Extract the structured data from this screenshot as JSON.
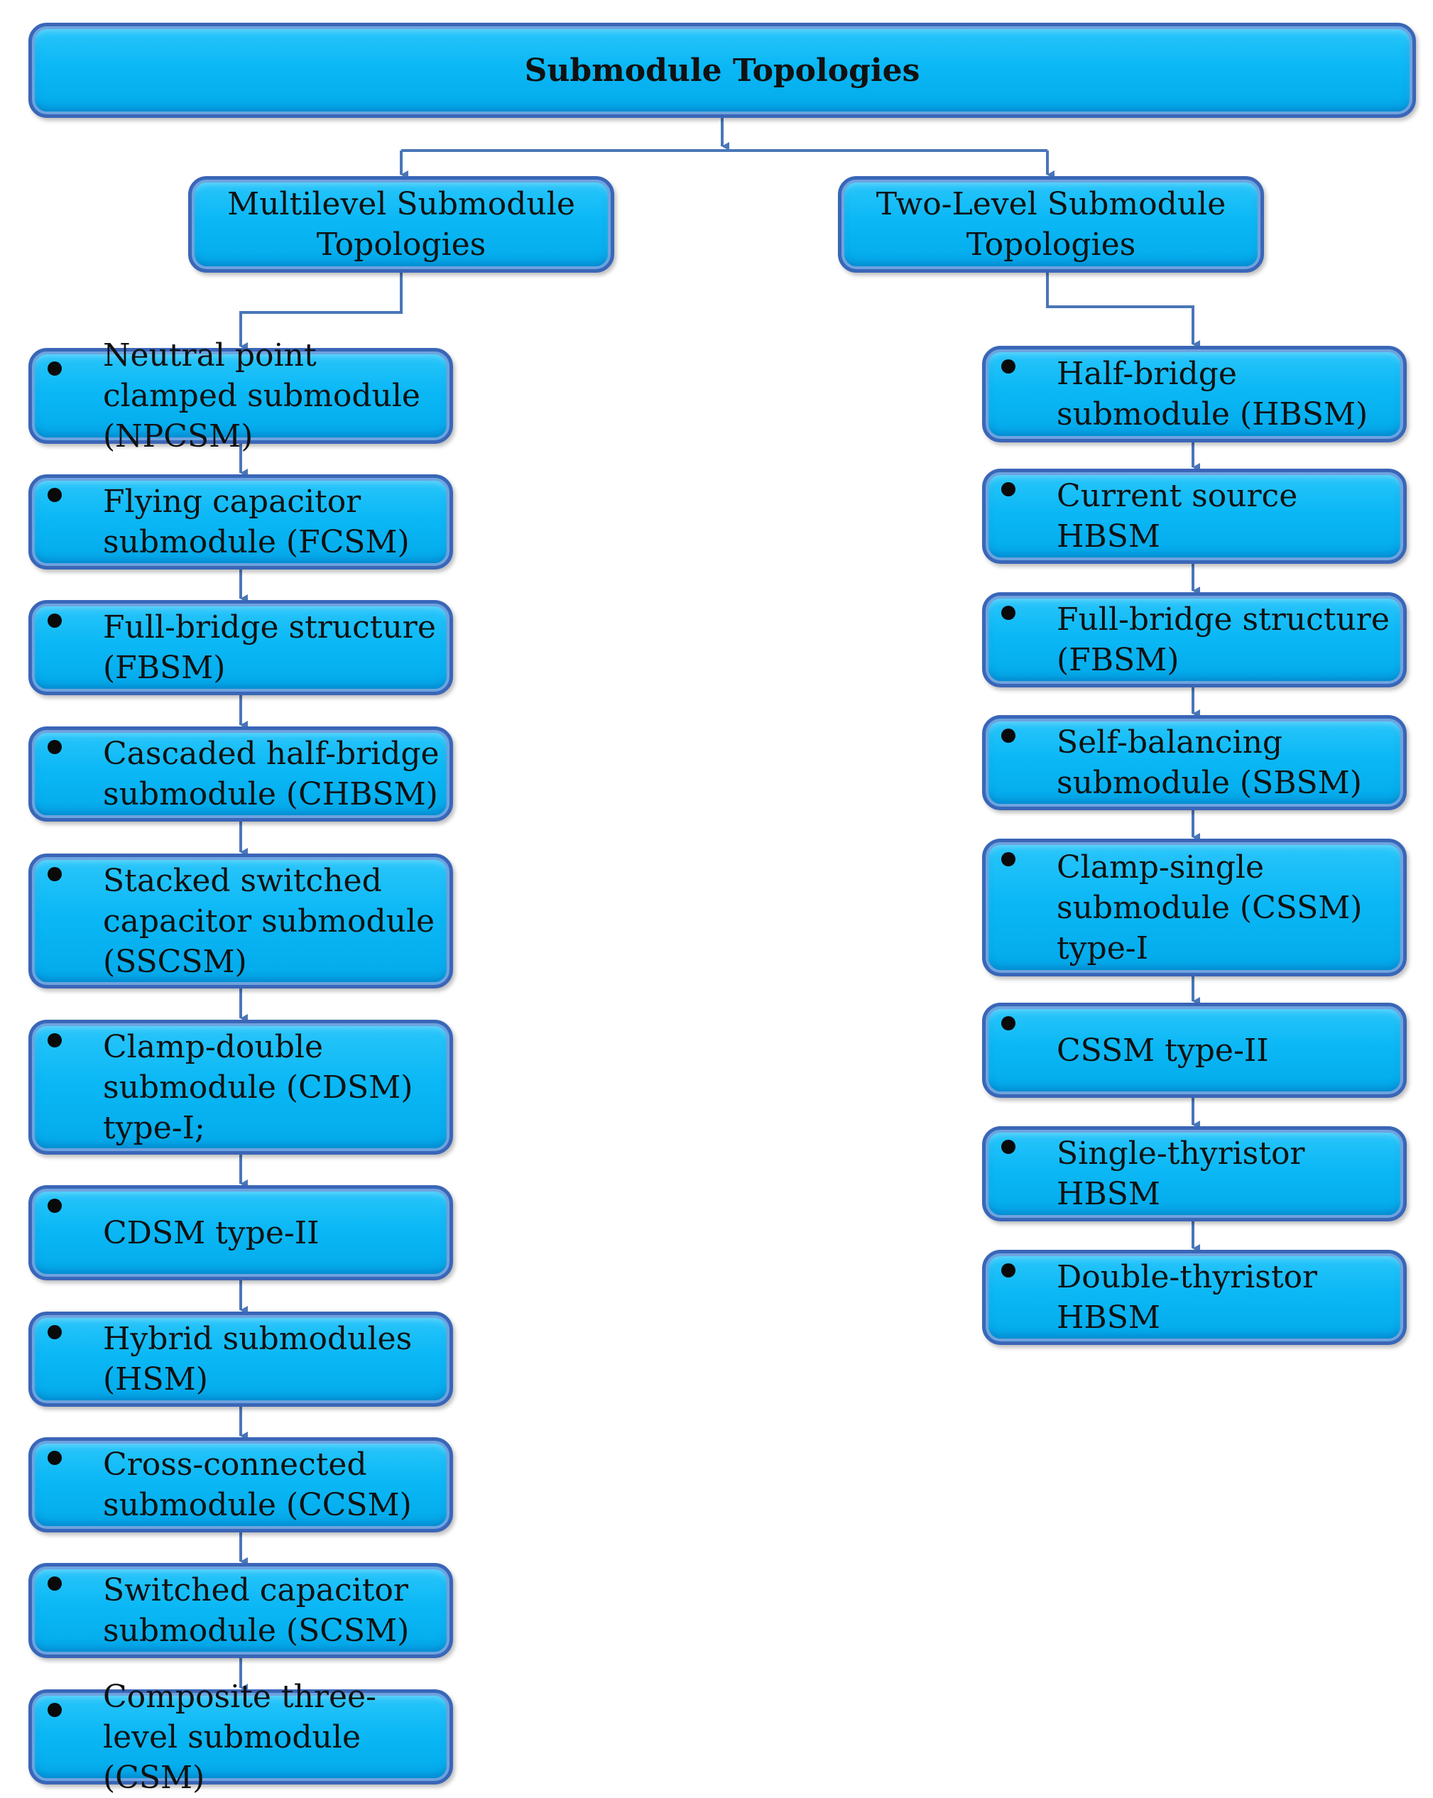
{
  "title": "Submodule Topologies",
  "categories": {
    "multilevel": {
      "label": "Multilevel Submodule Topologies",
      "items": [
        "Neutral point clamped submodule (NPCSM)",
        "Flying capacitor submodule (FCSM)",
        "Full-bridge structure (FBSM)",
        "Cascaded half-bridge submodule (CHBSM)",
        "Stacked switched capacitor submodule (SSCSM)",
        "Clamp-double submodule (CDSM) type-I;",
        "CDSM type-II",
        "Hybrid submodules (HSM)",
        "Cross-connected submodule (CCSM)",
        "Switched capacitor submodule (SCSM)",
        "Composite three-level submodule (CSM)"
      ]
    },
    "two_level": {
      "label": "Two-Level Submodule Topologies",
      "items": [
        "Half-bridge submodule (HBSM)",
        "Current source HBSM",
        "Full-bridge structure (FBSM)",
        "Self-balancing submodule (SBSM)",
        "Clamp-single submodule (CSSM) type-I",
        "CSSM type-II",
        "Single-thyristor HBSM",
        "Double-thyristor HBSM"
      ]
    }
  },
  "colors": {
    "box_fill": "#0bb8f5",
    "box_border": "#3a66b8",
    "connector": "#4a76b8",
    "text": "#111111",
    "bullet": "#0a0a0a"
  }
}
